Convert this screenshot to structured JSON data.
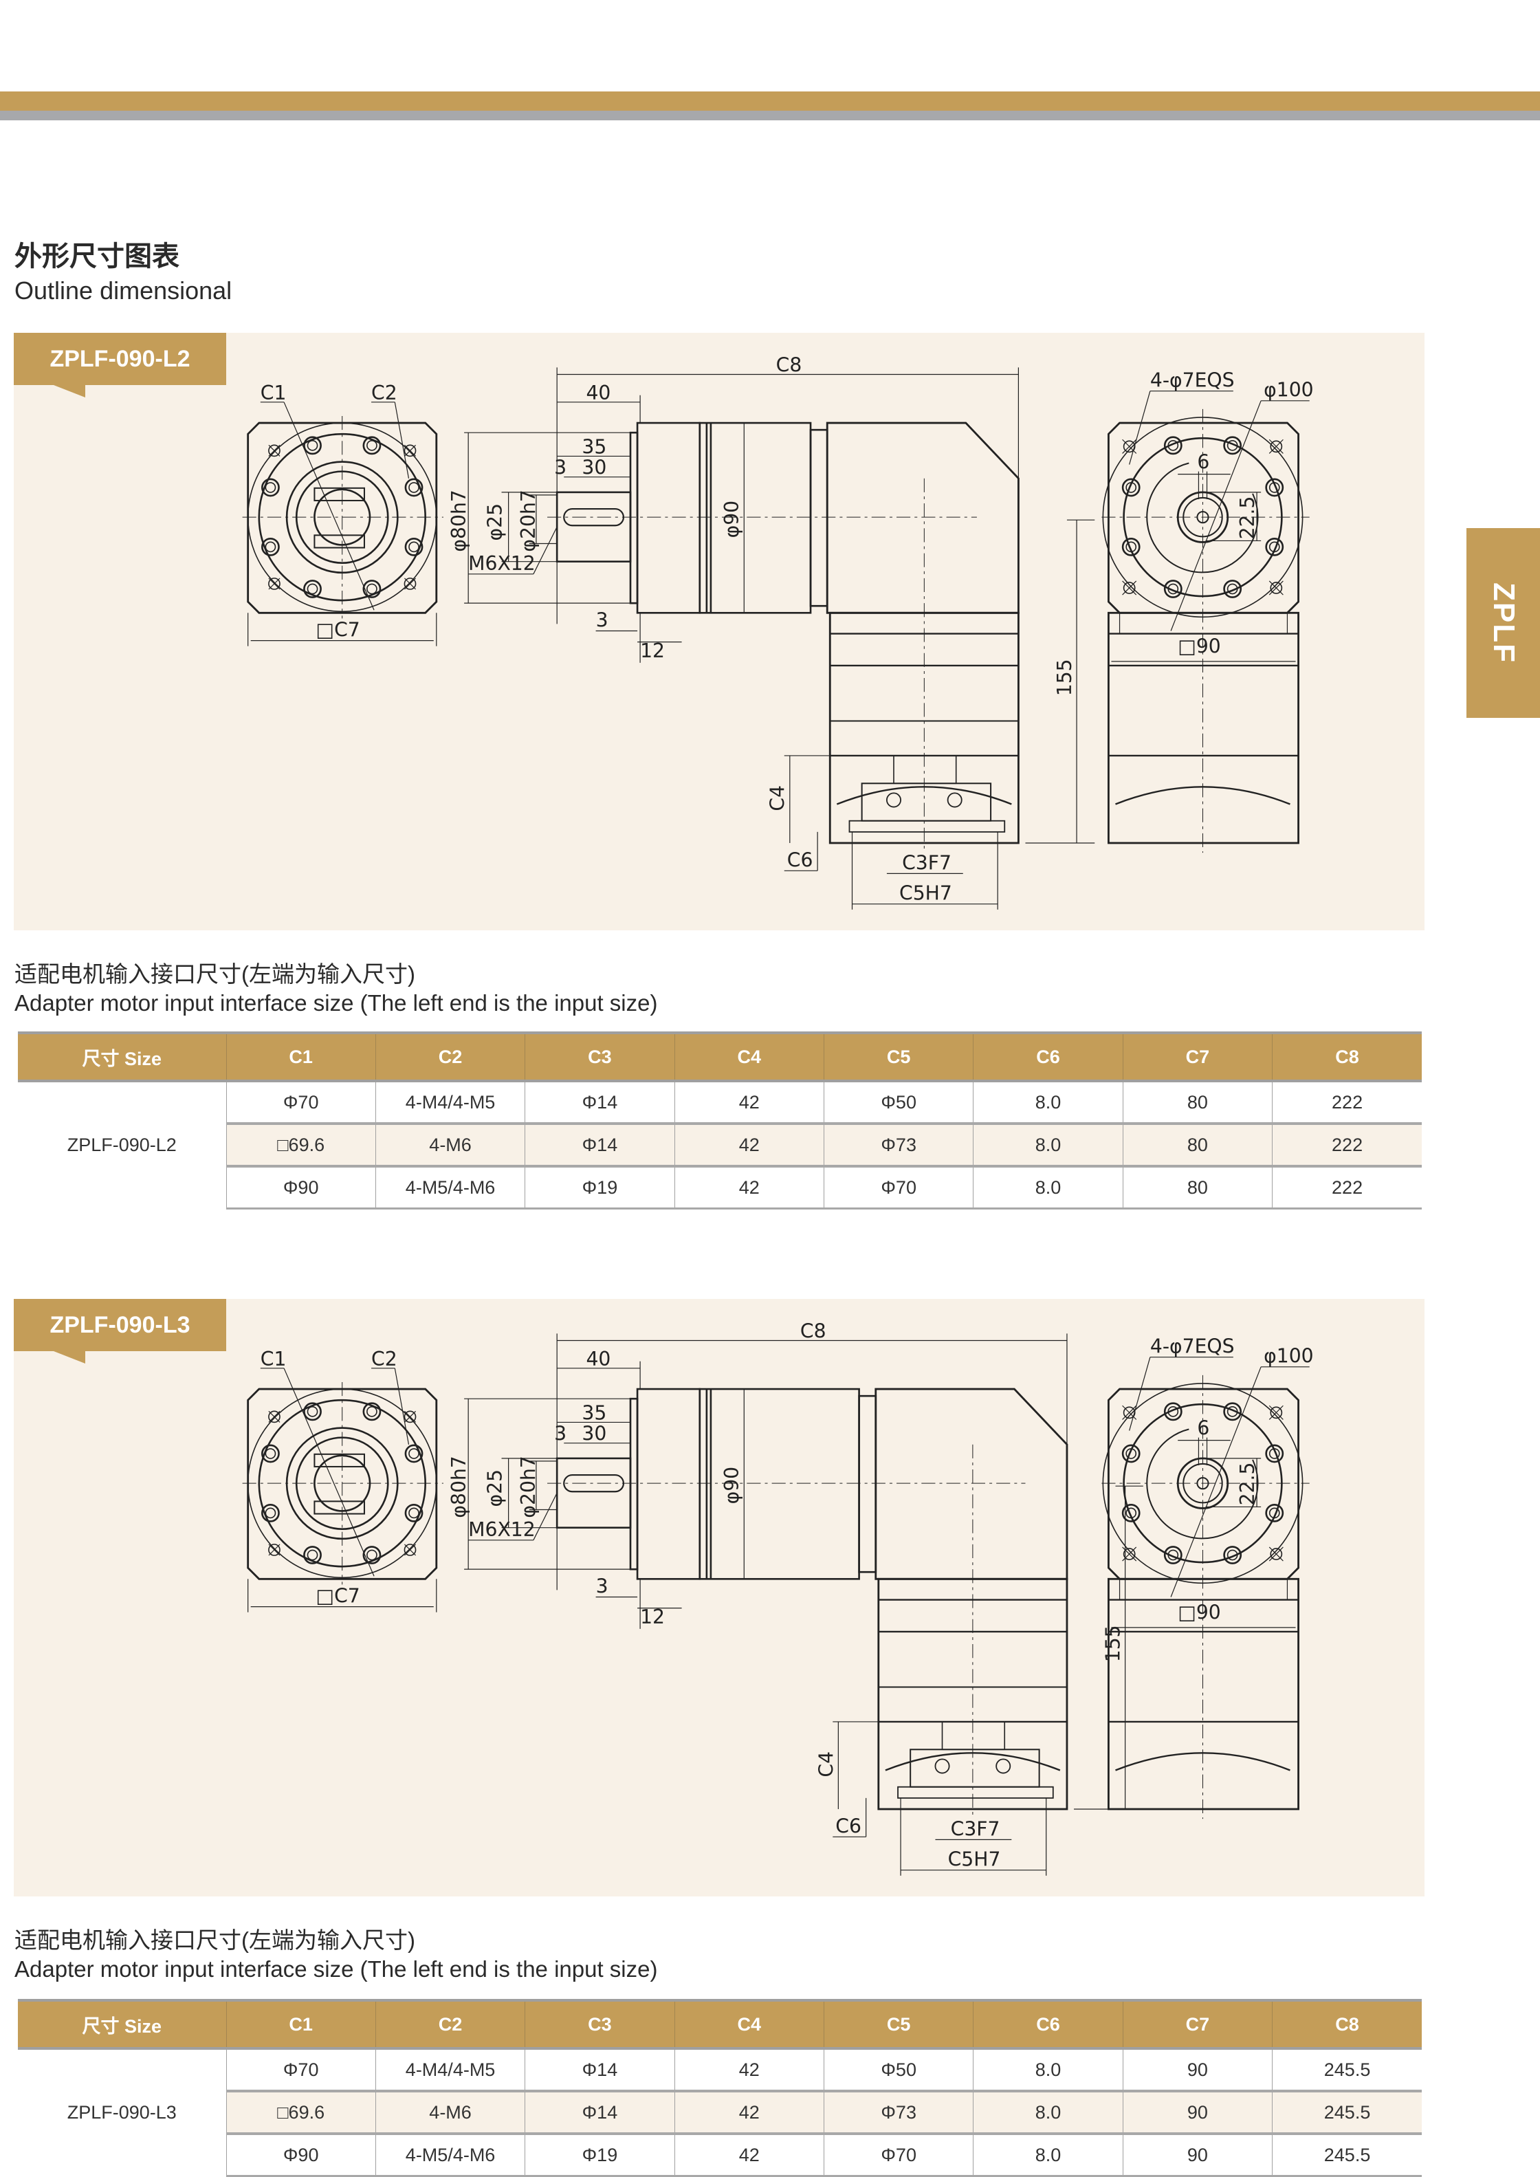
{
  "header": {
    "title_cn": "外形尺寸图表",
    "title_en": "Outline dimensional",
    "side_tab": "ZPLF",
    "colors": {
      "gold": "#c49d58",
      "grey": "#a7a8ab",
      "panel": "#f8f1e7"
    }
  },
  "drawings": [
    {
      "model": "ZPLF-090-L2",
      "labels": {
        "c1": "C1",
        "c2": "C2",
        "c7": "□C7",
        "c8": "C8",
        "d40": "40",
        "d35": "35",
        "d30": "30",
        "d3a": "3",
        "d80": "φ80h7",
        "d25": "φ25",
        "d20": "φ20h7",
        "m6": "M6X12",
        "d90": "φ90",
        "d3": "3",
        "d12": "12",
        "d155": "155",
        "c4": "C4",
        "c6": "C6",
        "c3": "C3F7",
        "c5": "C5H7",
        "eqs": "4-φ7EQS",
        "d100": "φ100",
        "d6": "6",
        "d225": "22.5",
        "sq90": "□90"
      }
    },
    {
      "model": "ZPLF-090-L3",
      "labels": {
        "c1": "C1",
        "c2": "C2",
        "c7": "□C7",
        "c8": "C8",
        "d40": "40",
        "d35": "35",
        "d30": "30",
        "d3a": "3",
        "d80": "φ80h7",
        "d25": "φ25",
        "d20": "φ20h7",
        "m6": "M6X12",
        "d90": "φ90",
        "d3": "3",
        "d12": "12",
        "d155": "155",
        "c4": "C4",
        "c6": "C6",
        "c3": "C3F7",
        "c5": "C5H7",
        "eqs": "4-φ7EQS",
        "d100": "φ100",
        "d6": "6",
        "d225": "22.5",
        "sq90": "□90"
      }
    }
  ],
  "tables": [
    {
      "caption_cn": "适配电机输入接口尺寸(左端为输入尺寸)",
      "caption_en": "Adapter motor input interface size (The left end is the input size)",
      "headers": [
        "尺寸 Size",
        "C1",
        "C2",
        "C3",
        "C4",
        "C5",
        "C6",
        "C7",
        "C8"
      ],
      "model": "ZPLF-090-L2",
      "rows": [
        [
          "Φ70",
          "4-M4/4-M5",
          "Φ14",
          "42",
          "Φ50",
          "8.0",
          "80",
          "222"
        ],
        [
          "□69.6",
          "4-M6",
          "Φ14",
          "42",
          "Φ73",
          "8.0",
          "80",
          "222"
        ],
        [
          "Φ90",
          "4-M5/4-M6",
          "Φ19",
          "42",
          "Φ70",
          "8.0",
          "80",
          "222"
        ]
      ]
    },
    {
      "caption_cn": "适配电机输入接口尺寸(左端为输入尺寸)",
      "caption_en": "Adapter motor input interface size (The left end is the input size)",
      "headers": [
        "尺寸 Size",
        "C1",
        "C2",
        "C3",
        "C4",
        "C5",
        "C6",
        "C7",
        "C8"
      ],
      "model": "ZPLF-090-L3",
      "rows": [
        [
          "Φ70",
          "4-M4/4-M5",
          "Φ14",
          "42",
          "Φ50",
          "8.0",
          "90",
          "245.5"
        ],
        [
          "□69.6",
          "4-M6",
          "Φ14",
          "42",
          "Φ73",
          "8.0",
          "90",
          "245.5"
        ],
        [
          "Φ90",
          "4-M5/4-M6",
          "Φ19",
          "42",
          "Φ70",
          "8.0",
          "90",
          "245.5"
        ]
      ]
    }
  ]
}
